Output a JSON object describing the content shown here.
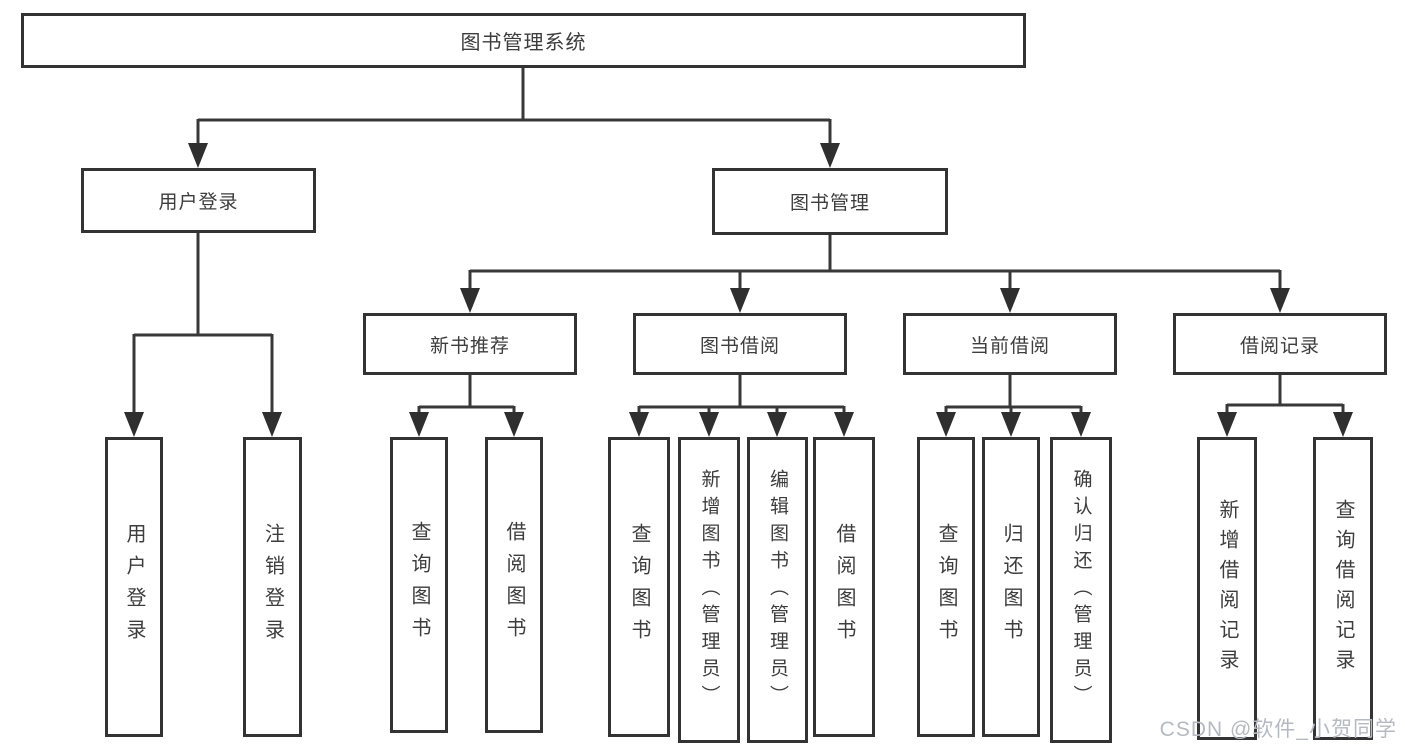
{
  "tree": {
    "label": "图书管理系统",
    "children": [
      {
        "label": "用户登录",
        "children": [
          {
            "label": "用户登录"
          },
          {
            "label": "注销登录"
          }
        ]
      },
      {
        "label": "图书管理",
        "children": [
          {
            "label": "新书推荐",
            "children": [
              {
                "label": "查询图书"
              },
              {
                "label": "借阅图书"
              }
            ]
          },
          {
            "label": "图书借阅",
            "children": [
              {
                "label": "查询图书"
              },
              {
                "label": "新增图书（管理员）"
              },
              {
                "label": "编辑图书（管理员）"
              },
              {
                "label": "借阅图书"
              }
            ]
          },
          {
            "label": "当前借阅",
            "children": [
              {
                "label": "查询图书"
              },
              {
                "label": "归还图书"
              },
              {
                "label": "确认归还（管理员）"
              }
            ]
          },
          {
            "label": "借阅记录",
            "children": [
              {
                "label": "新增借阅记录"
              },
              {
                "label": "查询借阅记录"
              }
            ]
          }
        ]
      }
    ]
  },
  "watermark": {
    "text": "CSDN @软件_小贺同学"
  },
  "colors": {
    "line": "#383838",
    "border": "#333333",
    "text": "#3d3d3d",
    "watermark": "#b5bac2"
  }
}
